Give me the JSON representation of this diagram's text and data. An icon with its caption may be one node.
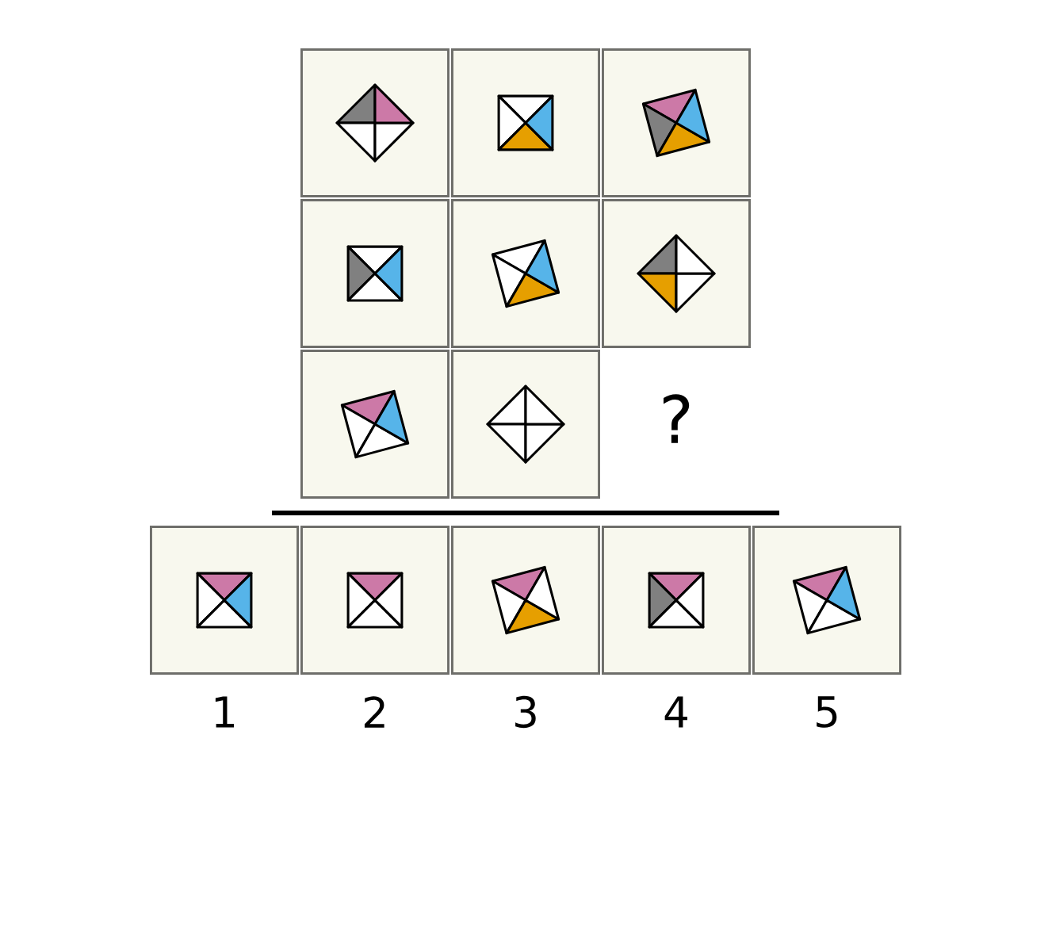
{
  "diagram": {
    "nodes": [
      {
        "text": [],
        "shape": "box"
      },
      {
        "text": [],
        "shape": "box"
      },
      {
        "text": [],
        "shape": "box"
      },
      {
        "text": [],
        "shape": "box"
      },
      {
        "text": [],
        "shape": "box"
      },
      {
        "text": [],
        "shape": "box"
      },
      {
        "text": [],
        "shape": "box"
      },
      {
        "text": [],
        "shape": "box"
      },
      {
        "text": [],
        "shape": "box",
        "beside": [
          "1"
        ]
      },
      {
        "text": [],
        "shape": "box",
        "beside": [
          "2"
        ]
      },
      {
        "text": [],
        "shape": "box",
        "beside": [
          "3"
        ]
      },
      {
        "text": [],
        "shape": "box",
        "beside": [
          "4"
        ]
      },
      {
        "text": [],
        "shape": "box",
        "beside": [
          "5"
        ]
      }
    ],
    "labels": [
      "?"
    ]
  }
}
